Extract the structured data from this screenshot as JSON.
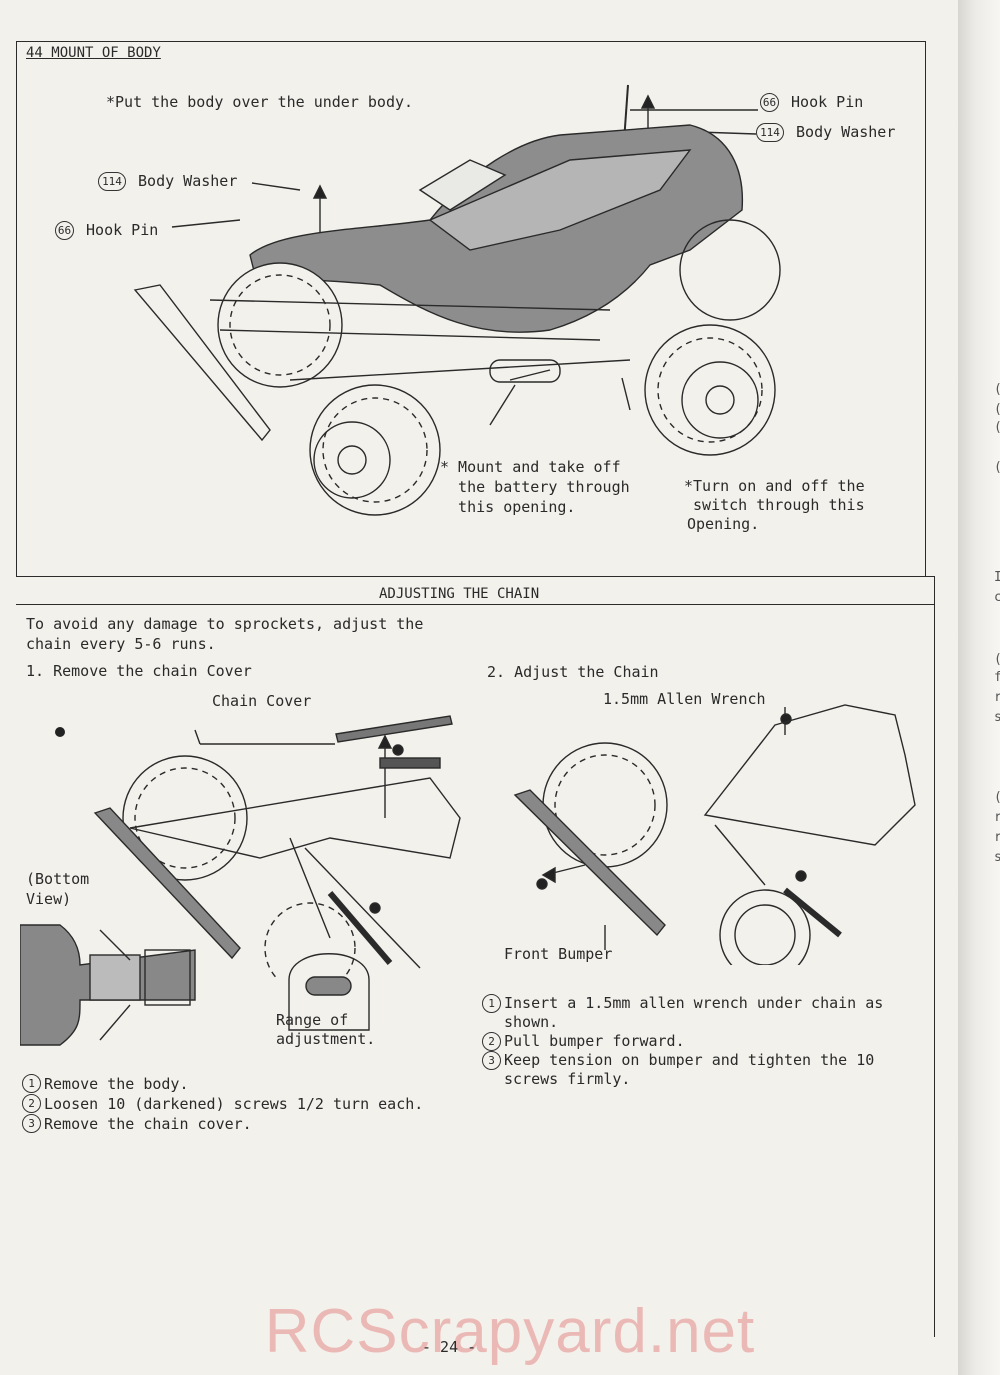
{
  "section1": {
    "title": "44 MOUNT OF BODY",
    "instruction": "*Put the body over the under body.",
    "callouts": {
      "hook_pin_right": {
        "num": "66",
        "label": "Hook Pin"
      },
      "body_washer_right": {
        "num": "114",
        "label": "Body Washer"
      },
      "body_washer_left": {
        "num": "114",
        "label": "Body Washer"
      },
      "hook_pin_left": {
        "num": "66",
        "label": "Hook Pin"
      }
    },
    "note_battery": [
      "* Mount and take off",
      "  the battery through",
      "  this opening."
    ],
    "note_switch": [
      "*Turn on and off the",
      " switch through this",
      "Opening."
    ]
  },
  "section2": {
    "title": "ADJUSTING THE CHAIN",
    "intro": [
      "To avoid any damage to sprockets, adjust the",
      "chain every 5-6 runs."
    ],
    "step1_heading": "1. Remove the chain Cover",
    "step2_heading": "2. Adjust the Chain",
    "labels": {
      "chain_cover": "Chain Cover",
      "allen_wrench": "1.5mm Allen Wrench",
      "bottom_view": [
        "(Bottom",
        "View)"
      ],
      "range": [
        "Range of",
        "adjustment."
      ],
      "front_bumper": "Front Bumper"
    },
    "step1_list": [
      {
        "num": "1",
        "text": "Remove the body."
      },
      {
        "num": "2",
        "text": "Loosen 10 (darkened) screws 1/2 turn each."
      },
      {
        "num": "3",
        "text": "Remove the chain cover."
      }
    ],
    "step2_list": [
      {
        "num": "1",
        "lines": [
          "Insert a 1.5mm allen wrench under chain as",
          "shown."
        ]
      },
      {
        "num": "2",
        "lines": [
          "Pull bumper forward."
        ]
      },
      {
        "num": "3",
        "lines": [
          "Keep tension on bumper and tighten the 10",
          "screws firmly."
        ]
      }
    ]
  },
  "page_number": "- 24 -",
  "watermark": "RCScrapyard.net",
  "edge_chars": [
    "(",
    "(",
    "(",
    "(",
    "I",
    "c",
    "(",
    "f",
    "r",
    "s",
    "(",
    "r",
    "r",
    "s"
  ]
}
